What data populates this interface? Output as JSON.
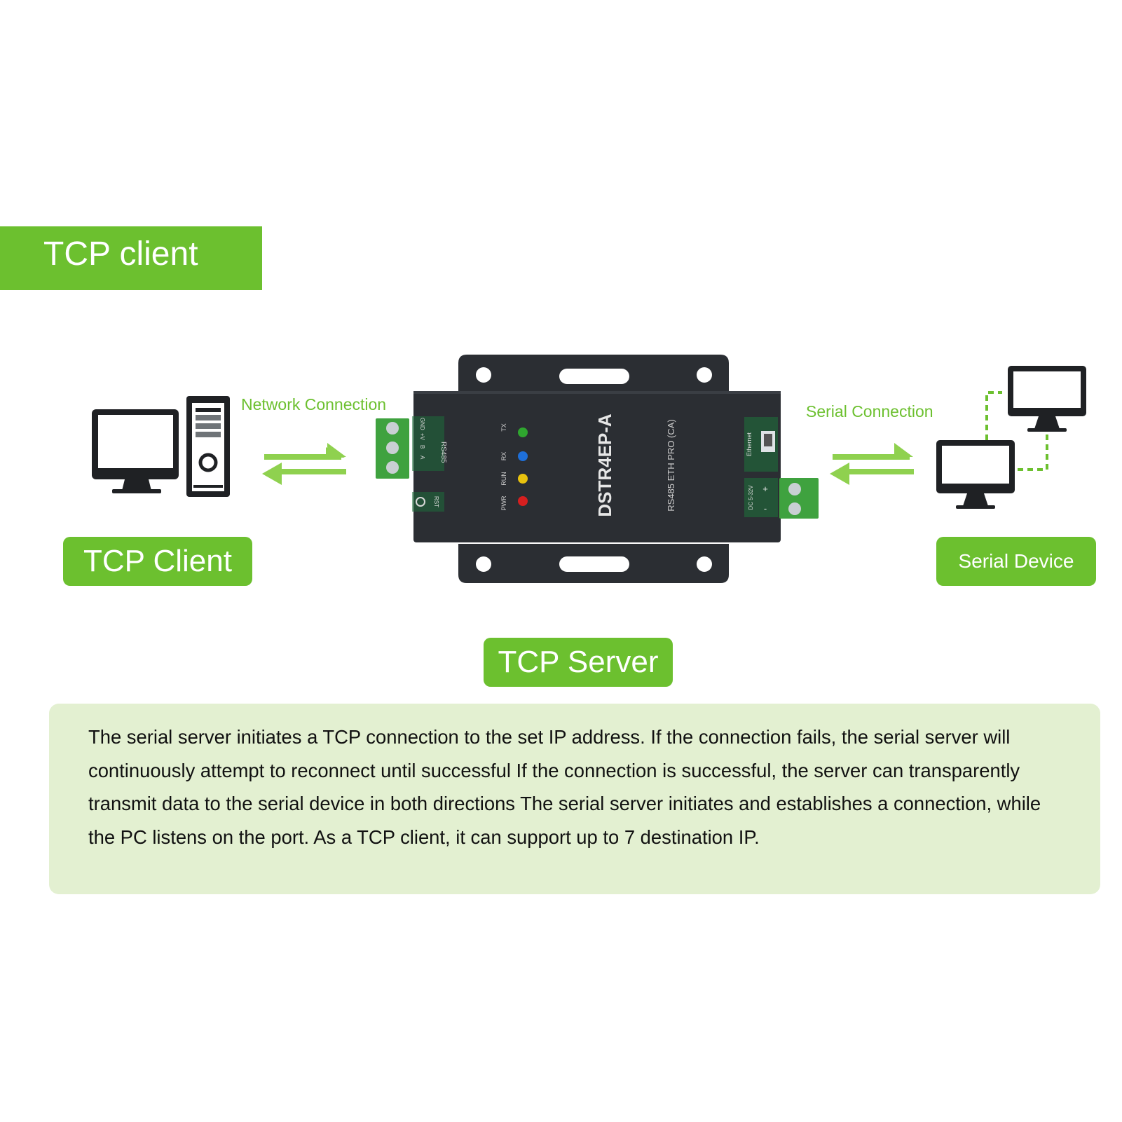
{
  "header": {
    "title": "TCP client"
  },
  "labels": {
    "network_connection": "Network Connection",
    "serial_connection": "Serial Connection",
    "tcp_client": "TCP Client",
    "tcp_server": "TCP Server",
    "serial_device": "Serial Device"
  },
  "device": {
    "model": "DSTR4EP-A",
    "subtitle": "RS485 ETH PRO (CA)",
    "rs485_label": "RS485",
    "rs485_pins": [
      "GND",
      "+V",
      "B",
      "A"
    ],
    "rst_label": "RST",
    "led_labels": [
      "TX",
      "RX",
      "RUN",
      "PWR"
    ],
    "ethernet_label": "Ethernet",
    "power_label": "DC 5-32V",
    "power_pins": [
      "+",
      "-"
    ]
  },
  "colors": {
    "brand_green": "#6cc02f",
    "description_bg": "#e3f0d1",
    "device_body": "#2b2e33",
    "led_tx": "#2fa62f",
    "led_rx": "#1e6fd9",
    "led_run": "#e8c20e",
    "led_pwr": "#d61f1f"
  },
  "description": "The serial server initiates a TCP connection to the set IP address. If the connection fails, the serial server will continuously attempt to reconnect until successful If the connection is successful, the server can transparently transmit data to the serial device in both directions The serial server initiates and establishes a connection, while the PC listens on the port. As a TCP client, it can support up to 7 destination IP."
}
